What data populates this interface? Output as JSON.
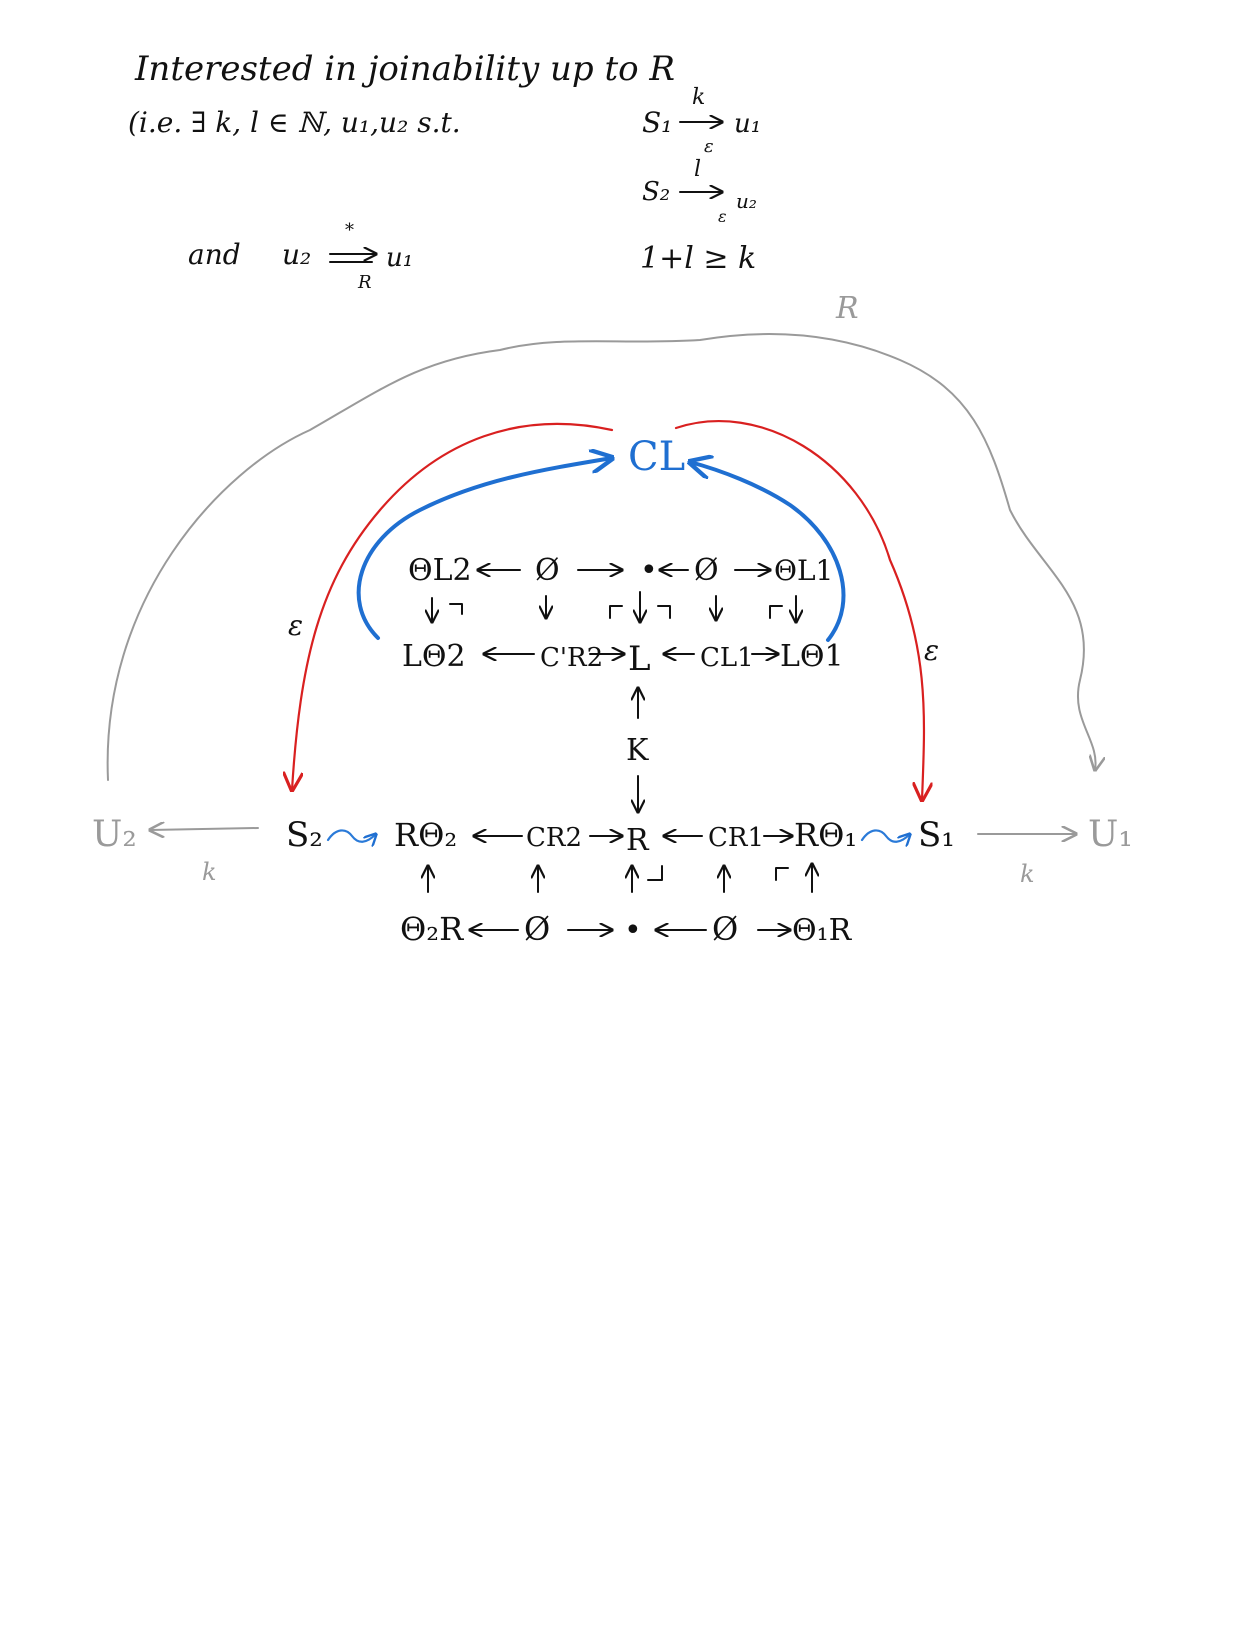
{
  "notes": {
    "line1": "Interested in joinability up to R",
    "line2_prefix": "(i.e. ∃ k, l ∈ ℕ, u₁,u₂ s.t.",
    "rel1_left": "S₁",
    "rel1_top": "k",
    "rel1_sub": "ε",
    "rel1_right": "u₁",
    "rel2_left": "S₂",
    "rel2_top": "l",
    "rel2_sub": "ε",
    "rel2_right": "u₂",
    "and_word": "and",
    "rel3_left": "u₂",
    "rel3_star": "*",
    "rel3_sub": "R",
    "rel3_right": "u₁",
    "cond": "1+l ≥ k"
  },
  "diagram": {
    "outer_label": "R",
    "apex": "CL",
    "eps_left": "ε",
    "eps_right": "ε",
    "top_row": [
      "ΘL2",
      "Ø",
      "•",
      "Ø",
      "ΘL1"
    ],
    "mid_row": [
      "LΘ2",
      "C'R2",
      "L",
      "CL1",
      "LΘ1"
    ],
    "k_label": "K",
    "main_row": [
      "S₂",
      "RΘ₂",
      "CR2",
      "R",
      "CR1",
      "RΘ₁",
      "S₁"
    ],
    "bottom_row": [
      "Θ₂R",
      "Ø",
      "•",
      "Ø",
      "Θ₁R"
    ],
    "u2": "U₂",
    "u1": "U₁",
    "k_left": "k",
    "k_right": "k"
  },
  "colors": {
    "ink": "#111111",
    "red": "#d92020",
    "blue": "#1f6fd1",
    "grey": "#9a9a9a"
  }
}
